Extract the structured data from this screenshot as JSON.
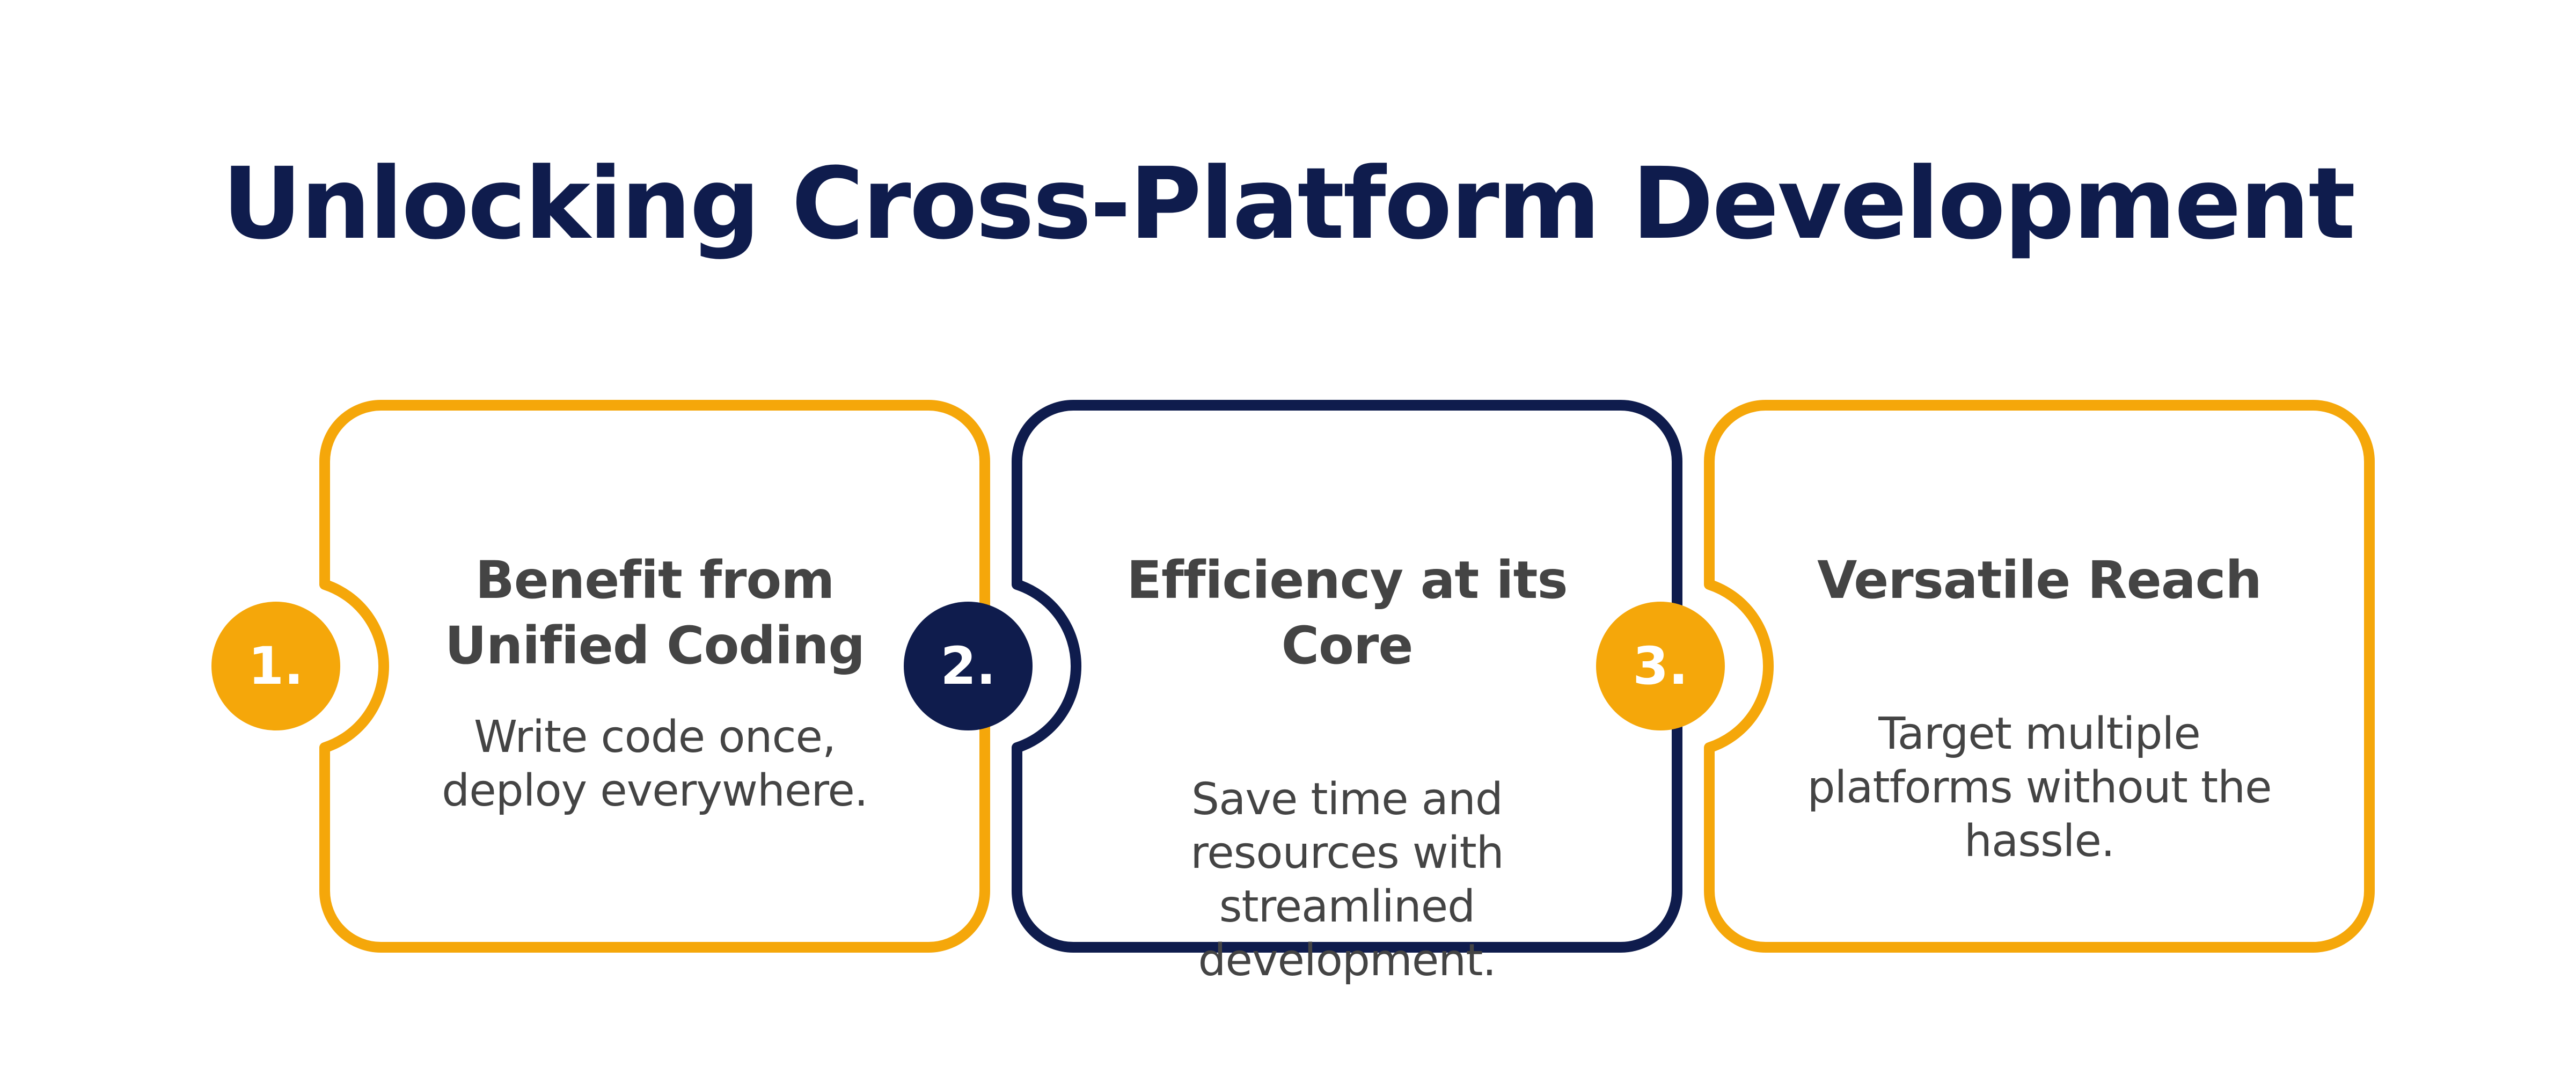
{
  "title": "Unlocking Cross-Platform Development",
  "colors": {
    "title": "#0f1c4d",
    "accent_yellow": "#f5a70a",
    "accent_navy": "#0f1c4d",
    "card_text": "#444444"
  },
  "cards": [
    {
      "number": "1.",
      "title": "Benefit from Unified Coding",
      "description": "Write code once, deploy everywhere.",
      "color": "#f5a70a"
    },
    {
      "number": "2.",
      "title": "Efficiency at its Core",
      "description": "Save time and resources with streamlined development.",
      "color": "#0f1c4d"
    },
    {
      "number": "3.",
      "title": "Versatile Reach",
      "description": "Target multiple platforms without the hassle.",
      "color": "#f5a70a"
    }
  ]
}
